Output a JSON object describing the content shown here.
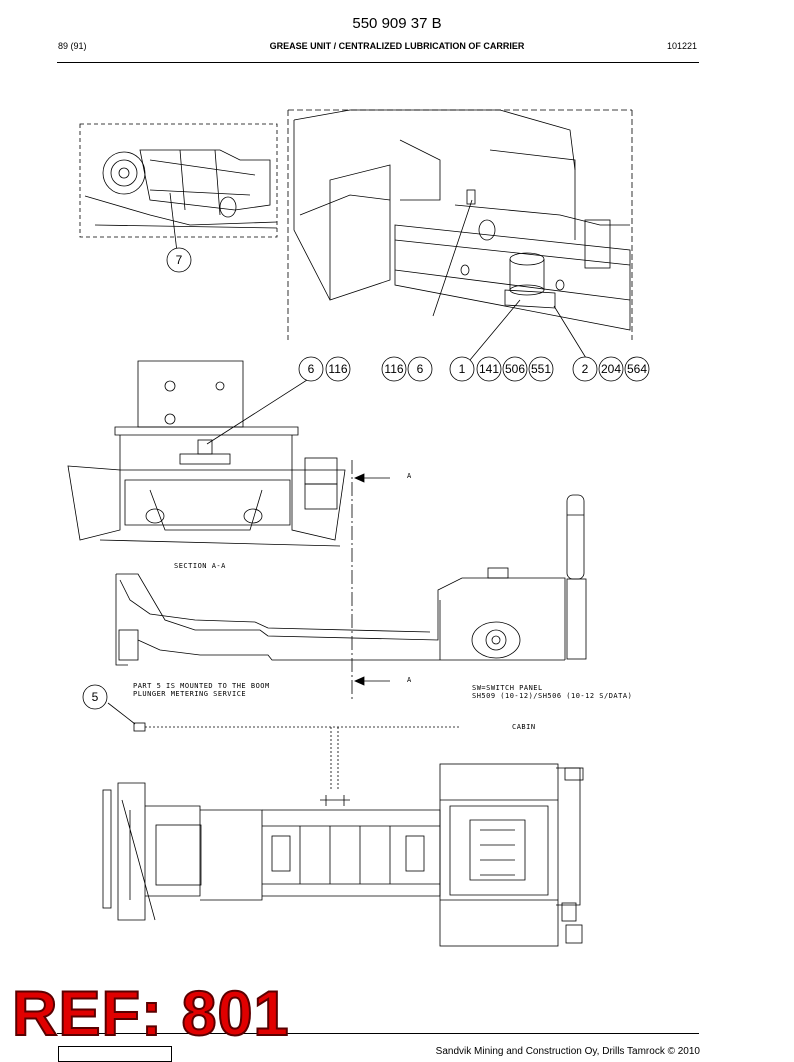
{
  "header": {
    "doc_number": "550 909 37 B",
    "page": "89 (91)",
    "title": "GREASE UNIT / CENTRALIZED LUBRICATION OF CARRIER",
    "date_code": "101221"
  },
  "callouts": {
    "c7": "7",
    "c6a": "6",
    "c116a": "116",
    "c116b": "116",
    "c6b": "6",
    "c1": "1",
    "c141": "141",
    "c506": "506",
    "c551": "551",
    "c2": "2",
    "c204": "204",
    "c564": "564",
    "c5": "5"
  },
  "annotations": {
    "section_marker_top": "A",
    "section_marker_bottom": "A",
    "section_title": "SECTION A-A",
    "part5_note_line1": "PART 5 IS MOUNTED TO THE BOOM",
    "part5_note_line2": "PLUNGER METERING SERVICE",
    "switch_note_line1": "SW=SWITCH PANEL",
    "switch_note_line2": "SH509 (10-12)/SH506 (10-12 S/DATA)",
    "cabin_label": "CABIN"
  },
  "stamp": {
    "text": "REF: 801",
    "color": "#e00000"
  },
  "footer": {
    "copyright": "Sandvik Mining and Construction Oy, Drills Tamrock © 2010"
  }
}
